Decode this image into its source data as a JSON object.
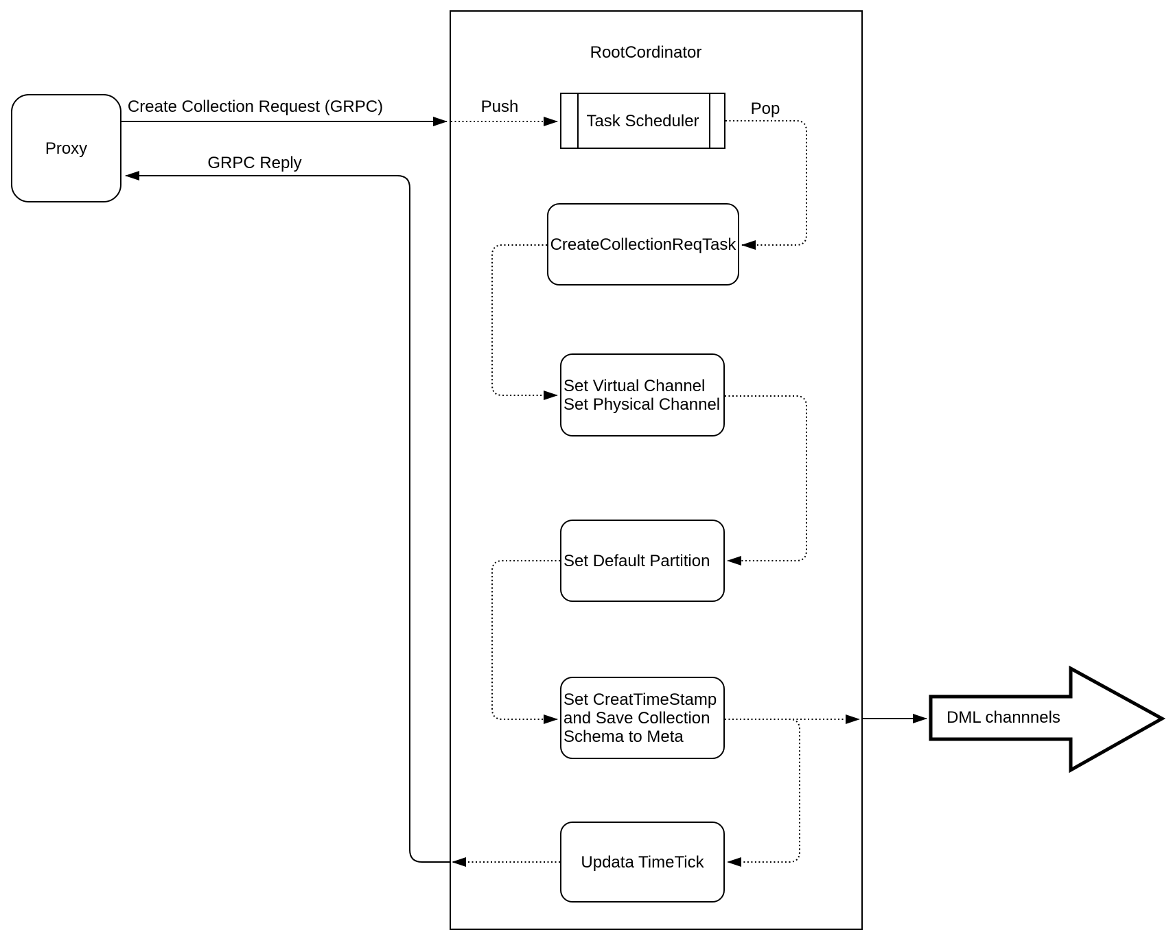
{
  "diagram": {
    "nodes": {
      "proxy": {
        "label": "Proxy"
      },
      "root_coordinator": {
        "title": "RootCordinator"
      },
      "task_scheduler": {
        "label": "Task Scheduler"
      },
      "create_collection_req_task": {
        "label": "CreateCollectionReqTask"
      },
      "set_channels": {
        "label": "Set Virtual Channel\nSet Physical Channel"
      },
      "set_default_partition": {
        "label": "Set Default Partition"
      },
      "set_creat_timestamp": {
        "label": "Set CreatTimeStamp\nand Save Collection\nSchema to Meta"
      },
      "updata_timetick": {
        "label": "Updata TimeTick"
      },
      "dml_channels": {
        "label": "DML channnels"
      }
    },
    "edge_labels": {
      "create_collection_request": "Create Collection Request (GRPC)",
      "grpc_reply": "GRPC Reply",
      "push": "Push",
      "pop": "Pop"
    },
    "colors": {
      "stroke": "#000000",
      "background": "#ffffff",
      "text": "#000000"
    }
  }
}
